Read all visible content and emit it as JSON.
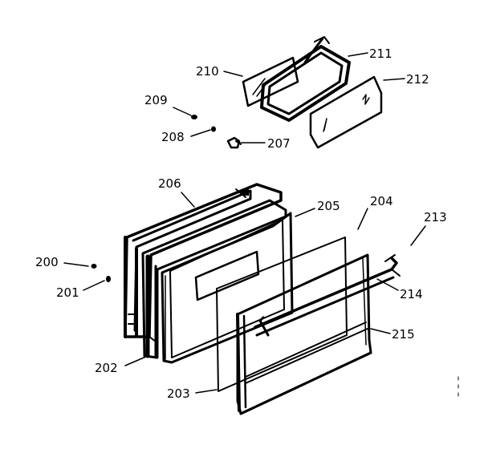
{
  "diagram": {
    "ink_color": "#000000",
    "paper_color": "#ffffff",
    "callouts": {
      "c200": "200",
      "c201": "201",
      "c202": "202",
      "c203": "203",
      "c204": "204",
      "c205": "205",
      "c206": "206",
      "c207": "207",
      "c208": "208",
      "c209": "209",
      "c210": "210",
      "c211": "211",
      "c212": "212",
      "c213": "213",
      "c214": "214",
      "c215": "215"
    }
  }
}
